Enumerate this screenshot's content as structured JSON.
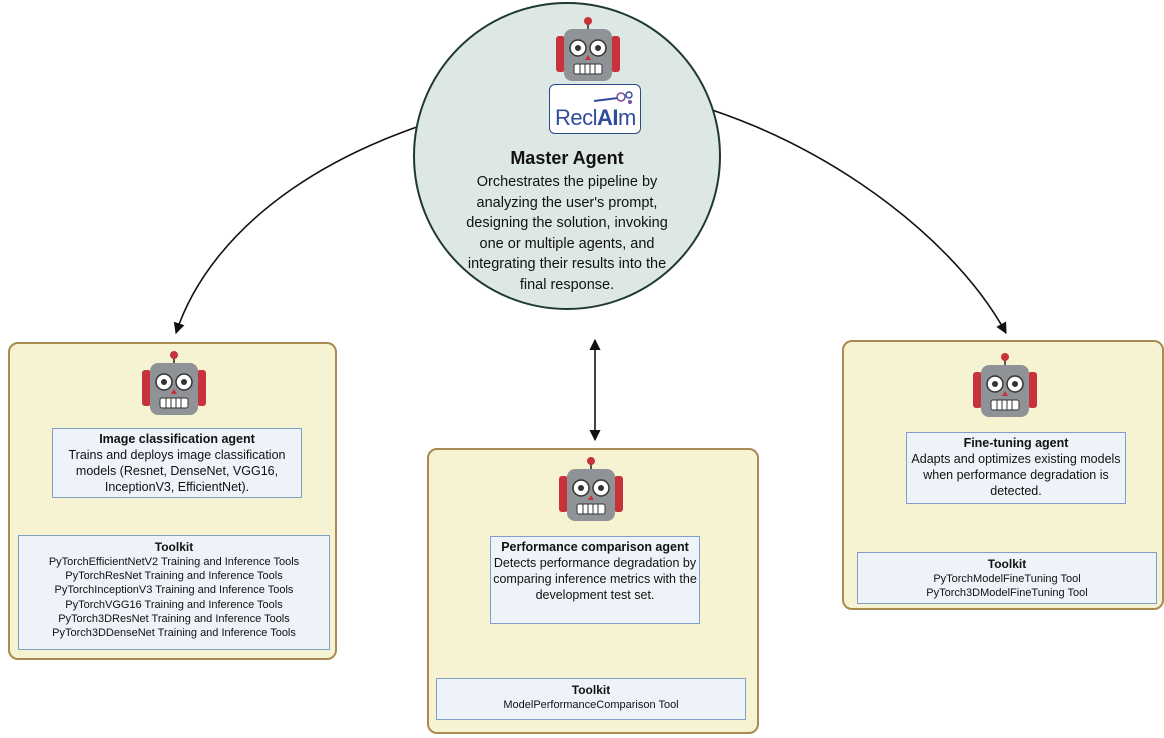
{
  "master": {
    "logo_text_light": "Recl",
    "logo_text_bold": "AI",
    "logo_text_end": "m",
    "title": "Master Agent",
    "description": "Orchestrates the pipeline by analyzing the user's prompt, designing the solution, invoking one or multiple agents, and integrating their results into the final response."
  },
  "image_agent": {
    "title": "Image classification agent",
    "description": "Trains and deploys image classification models (Resnet, DenseNet, VGG16, InceptionV3, EfficientNet).",
    "toolkit_title": "Toolkit",
    "tools": [
      "PyTorchEfficientNetV2 Training and Inference Tools",
      "PyTorchResNet Training and Inference Tools",
      "PyTorchInceptionV3 Training and Inference Tools",
      "PyTorchVGG16 Training and Inference Tools",
      "PyTorch3DResNet Training and Inference Tools",
      "PyTorch3DDenseNet Training and Inference Tools"
    ]
  },
  "perf_agent": {
    "title": "Performance comparison agent",
    "description": "Detects performance degradation by comparing inference metrics with the development test set.",
    "toolkit_title": "Toolkit",
    "tools": [
      "ModelPerformanceComparison Tool"
    ]
  },
  "finetune_agent": {
    "title": "Fine-tuning agent",
    "description": "Adapts and optimizes existing models when performance degradation is detected.",
    "toolkit_title": "Toolkit",
    "tools": [
      "PyTorchModelFineTuning Tool",
      "PyTorch3DModelFineTuning Tool"
    ]
  },
  "colors": {
    "master_fill": "#dde8e4",
    "panel_fill": "#f6f3d2",
    "panel_border": "#a88a52",
    "box_fill": "#eef3fa",
    "box_border": "#7f9fc7",
    "robot_body": "#8f9398",
    "robot_ears": "#c8323a"
  },
  "icons": [
    "robot-icon",
    "recl-aim-logo"
  ]
}
